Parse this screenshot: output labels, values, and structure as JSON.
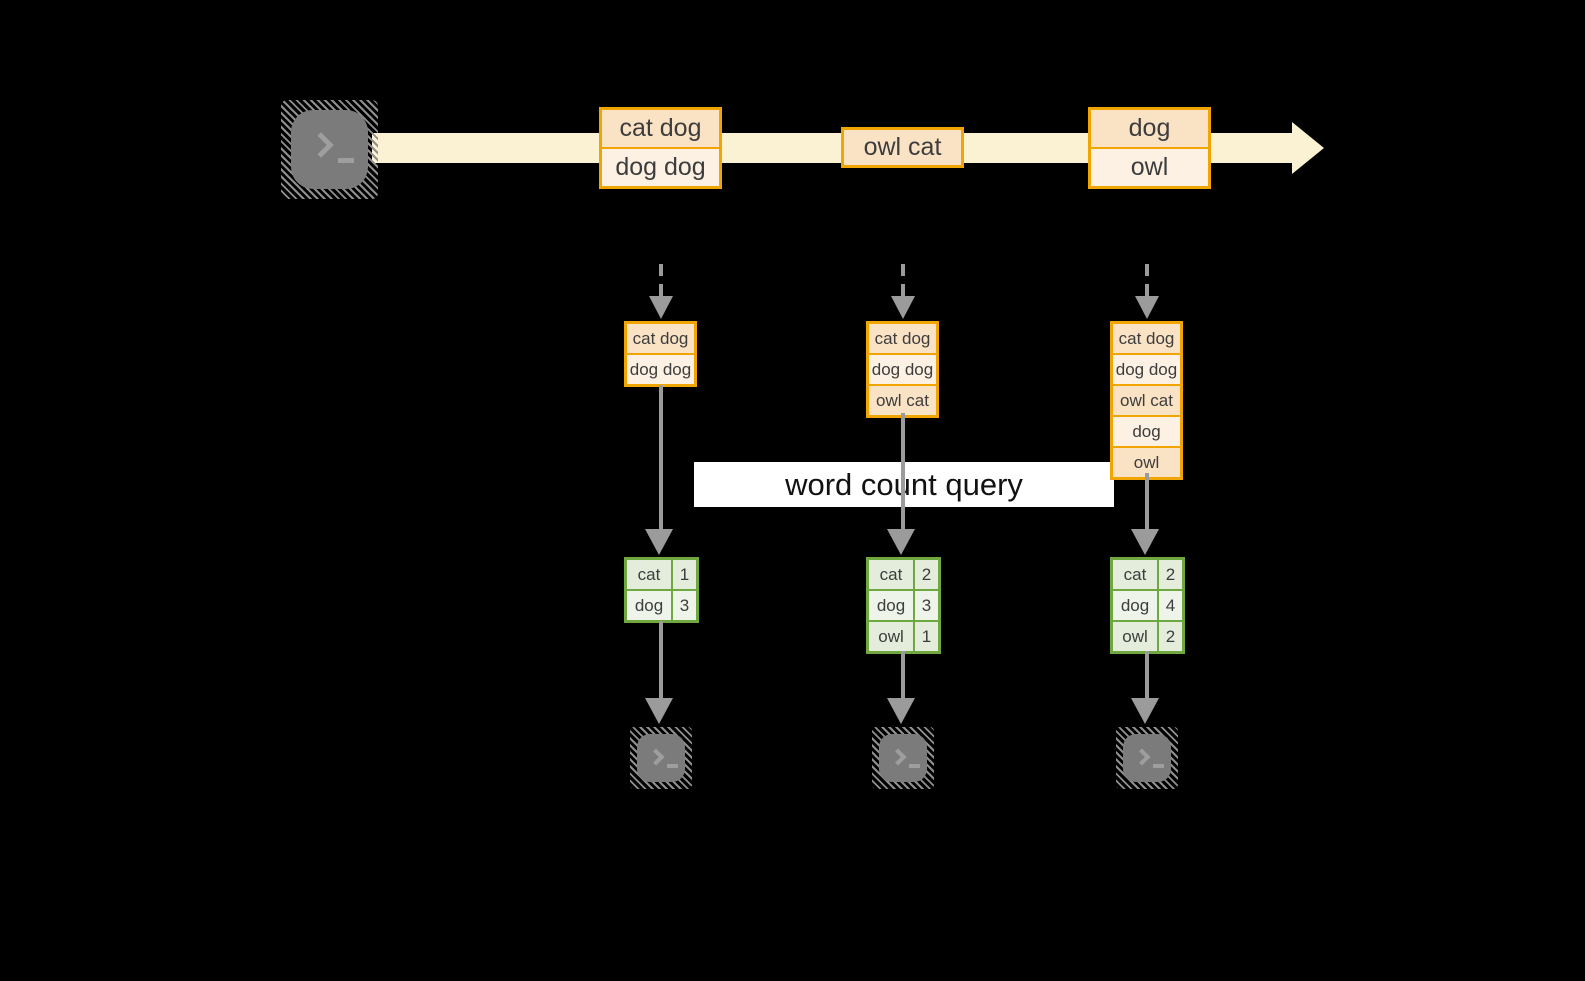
{
  "query_label": "word count query",
  "stream_events": [
    {
      "lines": [
        "cat dog",
        "dog dog"
      ]
    },
    {
      "lines": [
        "owl cat"
      ]
    },
    {
      "lines": [
        "dog",
        "owl"
      ]
    }
  ],
  "columns": [
    {
      "buffer": [
        "cat dog",
        "dog dog"
      ],
      "counts": [
        {
          "word": "cat",
          "n": "1"
        },
        {
          "word": "dog",
          "n": "3"
        }
      ]
    },
    {
      "buffer": [
        "cat dog",
        "dog dog",
        "owl cat"
      ],
      "counts": [
        {
          "word": "cat",
          "n": "2"
        },
        {
          "word": "dog",
          "n": "3"
        },
        {
          "word": "owl",
          "n": "1"
        }
      ]
    },
    {
      "buffer": [
        "cat dog",
        "dog dog",
        "owl cat",
        "dog",
        "owl"
      ],
      "counts": [
        {
          "word": "cat",
          "n": "2"
        },
        {
          "word": "dog",
          "n": "4"
        },
        {
          "word": "owl",
          "n": "2"
        }
      ]
    }
  ],
  "icons": {
    "source": "terminal-prompt-icon",
    "sinks": [
      "terminal-prompt-icon",
      "terminal-prompt-icon",
      "terminal-prompt-icon"
    ]
  },
  "colors": {
    "background": "#000000",
    "stream_arrow": "#FBF1D3",
    "event_border": "#F0A500",
    "event_fill_dark": "#FAE2C4",
    "event_fill_light": "#FCF1E2",
    "table_border": "#6FA83F",
    "table_fill_dark": "#E4ECDC",
    "table_fill_light": "#EFF4EA",
    "arrow_gray": "#9B9B9B",
    "terminal_gray": "#7B7B7B",
    "label_background": "#FFFFFF",
    "text": "#3D3D3D"
  }
}
